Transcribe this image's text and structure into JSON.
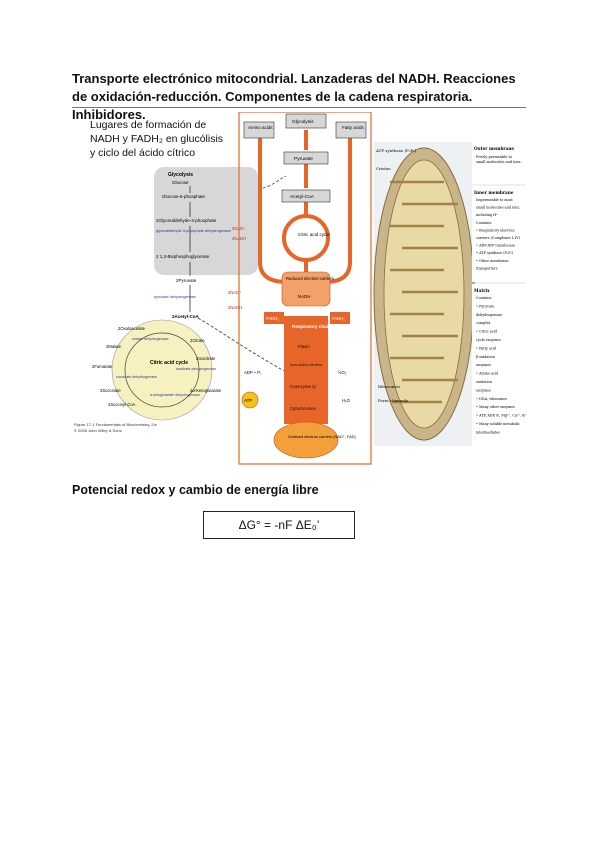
{
  "title": "Transporte electrónico mitocondrial. Lanzaderas del NADH. Reacciones de oxidación-reducción. Componentes de la cadena respiratoria. Inhibidores.",
  "figure": {
    "left_heading": [
      "Lugares de formación de",
      "NADH y FADH₂ en glucólisis",
      "y ciclo del ácido cítrico"
    ],
    "glycolysis": {
      "head": "Glycolysis",
      "glucose": "Glucose",
      "g6p": "Glucose-6-phosphate",
      "g3p": "2Glyceraldehyde-3-phosphate",
      "enzyme": "glyceraldehyde-3-phosphate dehydrogenase",
      "bpg": "2 1,3-Bisphosphoglycerate",
      "pyruvate": "2Pyruvate"
    },
    "nadh_marks": [
      "2NAD⁺",
      "2NADH",
      "2NAD⁺",
      "2NADH"
    ],
    "pdh": "pyruvate dehydrogenase",
    "acetyl": "2Acetyl-CoA",
    "cycle": {
      "center": "Citric acid cycle",
      "oxaloacetate": "2Oxaloacetate",
      "citrate": "2Citrate",
      "isocitrate": "2Isocitrate",
      "malate": "2Malate",
      "fumarate": "2Fumarate",
      "succinate": "2Succinate",
      "succinylcoa": "2Succinyl-CoA",
      "akg": "2α-Ketoglutarate",
      "e1": "malate dehydrogenase",
      "e2": "isocitrate dehydrogenase",
      "e3": "succinate dehydrogenase",
      "e4": "α-ketoglutarate dehydrogenase"
    },
    "caption": [
      "Figure 17-1 Fundamentals of Biochemistry, 2/e",
      "© 2006 John Wiley & Sons"
    ],
    "center": {
      "amino": "Amino acids",
      "glycolysis": "Glycolysis",
      "fatty": "Fatty acids",
      "pyruvate": "Pyruvate",
      "acetyl": "Acetyl-CoA",
      "cycle": "Citric acid cycle",
      "carriers": "Reduced electron carriers",
      "nadh": "NADH",
      "fadh": "FADH₂",
      "chain": "Respiratory chain",
      "flavin": "Flavin",
      "fes": "Iron-sulfur centers",
      "coq": "Coenzyme Q",
      "cyt": "Cytochromes",
      "oxidized": "Oxidized electron carriers (NAD⁺, FAD)",
      "adp": "ADP + Pᵢ",
      "atp": "ATP",
      "o2": "½O₂",
      "h2o": "H₂O"
    },
    "mito": {
      "atp_synthase": "ATP synthase (F₀F₁)",
      "cristae": "Cristae",
      "ribosomes": "Ribosomes",
      "pores": "Porin channels",
      "outer_title": "Outer membrane",
      "outer_lines": [
        "Freely permeable to",
        "small molecules and ions."
      ],
      "inner_title": "Inner membrane",
      "inner_lines": [
        "Impermeable to most",
        "small molecules and ions,",
        "including H⁺",
        "Contains:",
        "• Respiratory electron",
        "  carriers (Complexes I–IV)",
        "• ADP-ATP translocase",
        "• ATP synthase (F₀F₁)",
        "• Other membrane",
        "  transporters"
      ],
      "matrix_title": "Matrix",
      "matrix_lines": [
        "Contains:",
        "• Pyruvate",
        "  dehydrogenase",
        "  complex",
        "• Citric acid",
        "  cycle enzymes",
        "• Fatty acid",
        "  β-oxidation",
        "  enzymes",
        "• Amino acid",
        "  oxidation",
        "  enzymes",
        "• DNA, ribosomes",
        "• Many other enzymes",
        "• ATP, ADP, Pᵢ, Mg²⁺, Ca²⁺, K⁺",
        "• Many soluble metabolic",
        "  intermediates"
      ]
    }
  },
  "subtitle": "Potencial redox y cambio de energía libre",
  "formula": "ΔG° = -nF ΔE₀’",
  "colors": {
    "orange": "#e8652a",
    "dark_orange": "#c94a15",
    "cycle_fill": "#f7f1c0",
    "gray": "#d7d7d7",
    "nadh_red": "#c0262c",
    "mito_fill": "#e9d9a6"
  }
}
